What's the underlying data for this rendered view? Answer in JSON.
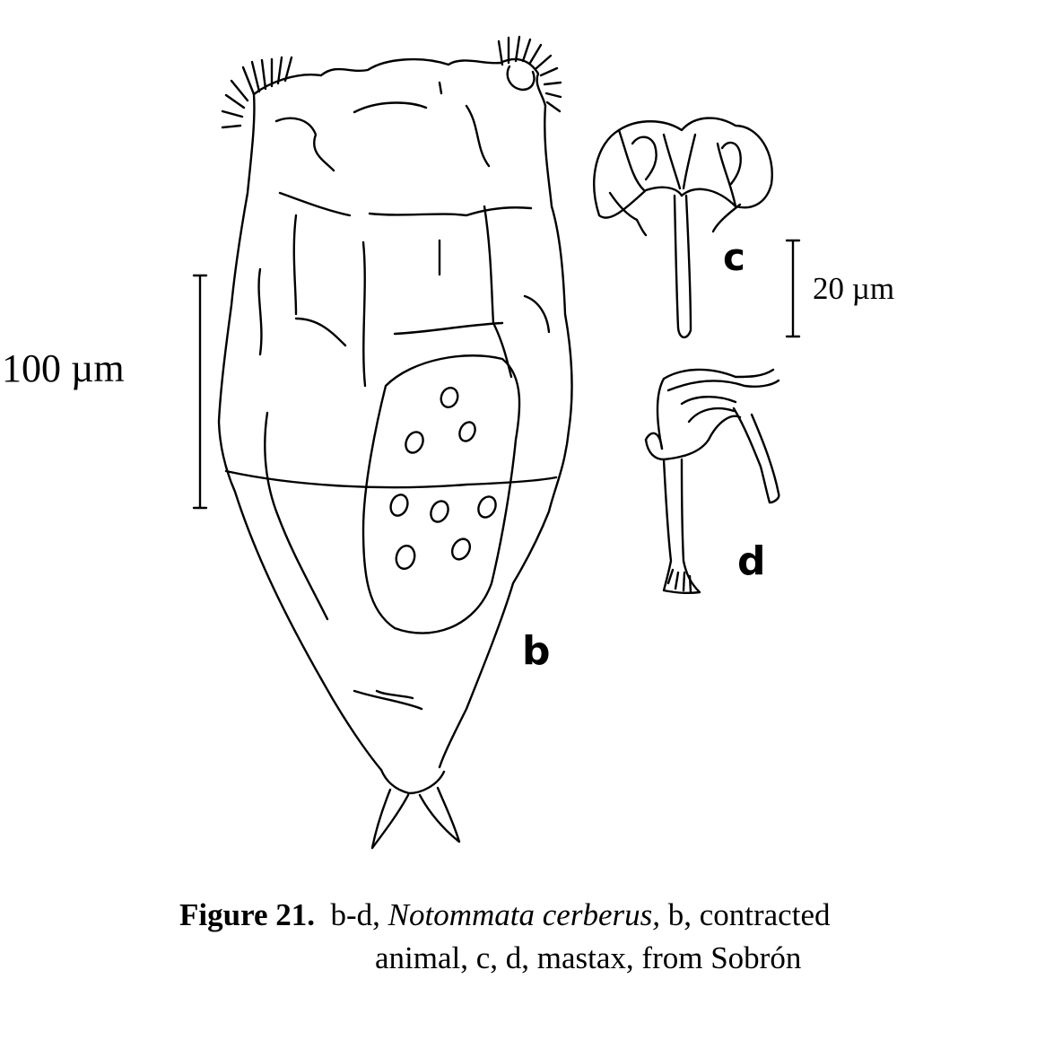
{
  "panels": {
    "b": "b",
    "c": "c",
    "d": "d"
  },
  "scale_bars": {
    "large": "100 µm",
    "small": "20 µm"
  },
  "caption": {
    "figure": "Figure 21.",
    "prefix": "b-d,",
    "species": "Notommata cerberus,",
    "rest_line1": "b, contracted",
    "line2": "animal, c, d, mastax, from Sobrón"
  }
}
